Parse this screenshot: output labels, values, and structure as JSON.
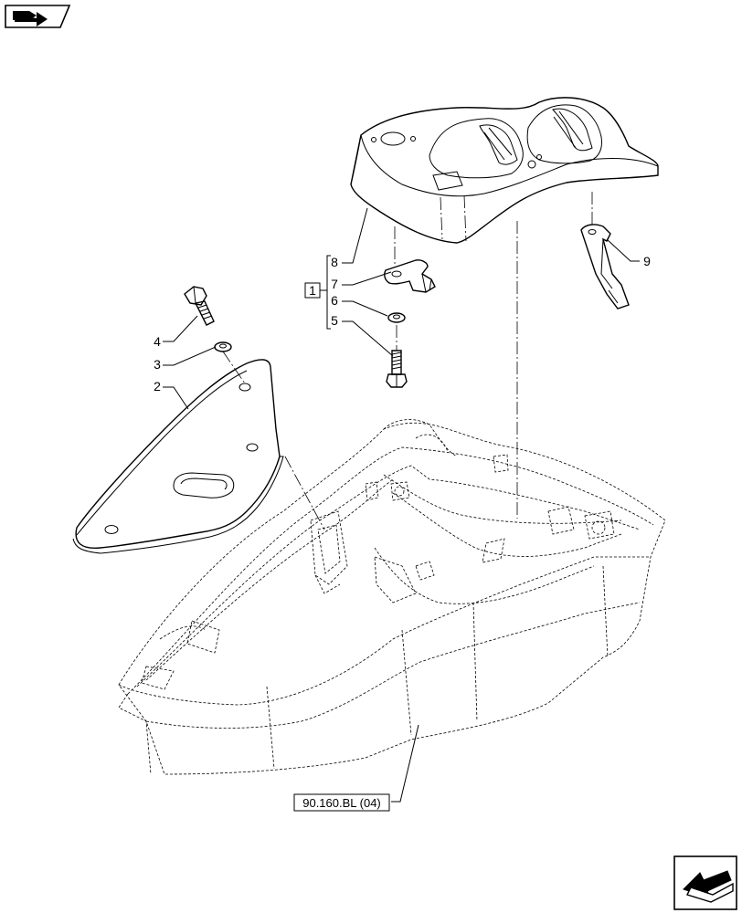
{
  "nav": {
    "prev_icon": "book-arrow-icon",
    "next_icon": "next-page-arrow-icon"
  },
  "callouts": {
    "group_box": "1",
    "p2": "2",
    "p3": "3",
    "p4": "4",
    "p5": "5",
    "p6": "6",
    "p7": "7",
    "p8": "8",
    "p9": "9"
  },
  "reference_label": "90.160.BL (04)"
}
